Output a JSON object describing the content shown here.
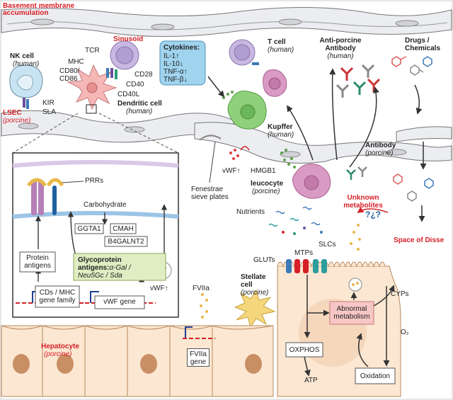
{
  "top": {
    "basement_line1": "Basement membrane",
    "basement_line2": "accumulation",
    "sinusoid": "Sinusoid"
  },
  "cells": {
    "nk_name": "NK cell",
    "nk_species": "(human)",
    "lsec_name": "LSEC",
    "lsec_species": "(porcine)",
    "dendritic_name": "Dendritic cell",
    "dendritic_species": "(human)",
    "tcell_name": "T cell",
    "tcell_species": "(human)",
    "kupffer_name": "Kupffer",
    "kupffer_species": "(human)",
    "leucocyte_name": "leucocyte",
    "leucocyte_species": "(porcine)",
    "stellate_line1": "Stellate",
    "stellate_line2": "cell",
    "stellate_species": "(porcine)",
    "hepatocyte_name": "Hepatocyte",
    "hepatocyte_species": "(porcine)"
  },
  "receptors": {
    "kir": "KIR",
    "sla": "SLA",
    "tcr": "TCR",
    "mhc": "MHC",
    "cd80_line1": "CD80/",
    "cd80_line2": "CD86",
    "cd28": "CD28",
    "cd40": "CD40",
    "cd40l": "CD40L"
  },
  "cytokines": {
    "title": "Cytokines:",
    "items": [
      "IL-1↑",
      "IL-10↓",
      "TNF-α↑",
      "TNF-β↓"
    ]
  },
  "labels": {
    "vwf_up": "vWF↑",
    "hmgb1": "HMGB1",
    "fenestrae_line1": "Fenestrae",
    "fenestrae_line2": "sieve plates",
    "anti_porcine_line1": "Anti-porcine",
    "anti_porcine_line2": "Antibody",
    "anti_porcine_species": "(human)",
    "drugs_line1": "Drugs /",
    "drugs_line2": "Chemicals",
    "antibody_name": "Antibody",
    "antibody_species": "(porcine)",
    "unknown_line1": "Unknown",
    "unknown_line2": "metabolites",
    "question_marks": "?¿?",
    "space_of_disse": "Space of Disse",
    "nutrients": "Nutrients",
    "gluts": "GLUTs",
    "mtps": "MTPs",
    "slcs": "SLCs",
    "fviia": "FVIIa",
    "fviia_gene_line1": "FVIIa",
    "fviia_gene_line2": "gene",
    "cyps": "CYPs",
    "o2": "O₂"
  },
  "inset": {
    "prrs": "PRRs",
    "carbohydrate": "Carbohydrate",
    "ggta1": "GGTA1",
    "cmah": "CMAH",
    "b4galnt2": "B4GALNT2",
    "glyco_title": "Glycoprotein",
    "glyco_antigens_label": "antigens:",
    "glyco_agal": "α-Gal /",
    "glyco_neu": "Neu5Gc / Sda",
    "protein_line1": "Protein",
    "protein_line2": "antigens",
    "cds_line1": "CDs / MHC",
    "cds_line2": "gene family",
    "vwf_gene": "vWF gene",
    "vwf_up": "vWF↑"
  },
  "hepatocyte_detail": {
    "abnormal_line1": "Abnormal",
    "abnormal_line2": "metabolism",
    "oxphos": "OXPHOS",
    "atp": "ATP",
    "oxidation": "Oxidation"
  },
  "colors": {
    "red_label": "#d61f26",
    "endothelium_fill": "#ecedf1",
    "hepatocyte_fill": "#fbe7d2",
    "nucleus_fill": "#c98f64",
    "cytokine_box": "#9fd3ee",
    "glyco_box": "#dfeec2",
    "abnormal_box": "#f7c7c5",
    "tcell_fill": "#c8b7e0",
    "kupffer_fill": "#8fd07a",
    "leucocyte_fill": "#d99ac4",
    "dendritic_fill": "#f6b7b7",
    "nk_fill": "#c8e4f3",
    "stellate_fill": "#f4d77c"
  }
}
